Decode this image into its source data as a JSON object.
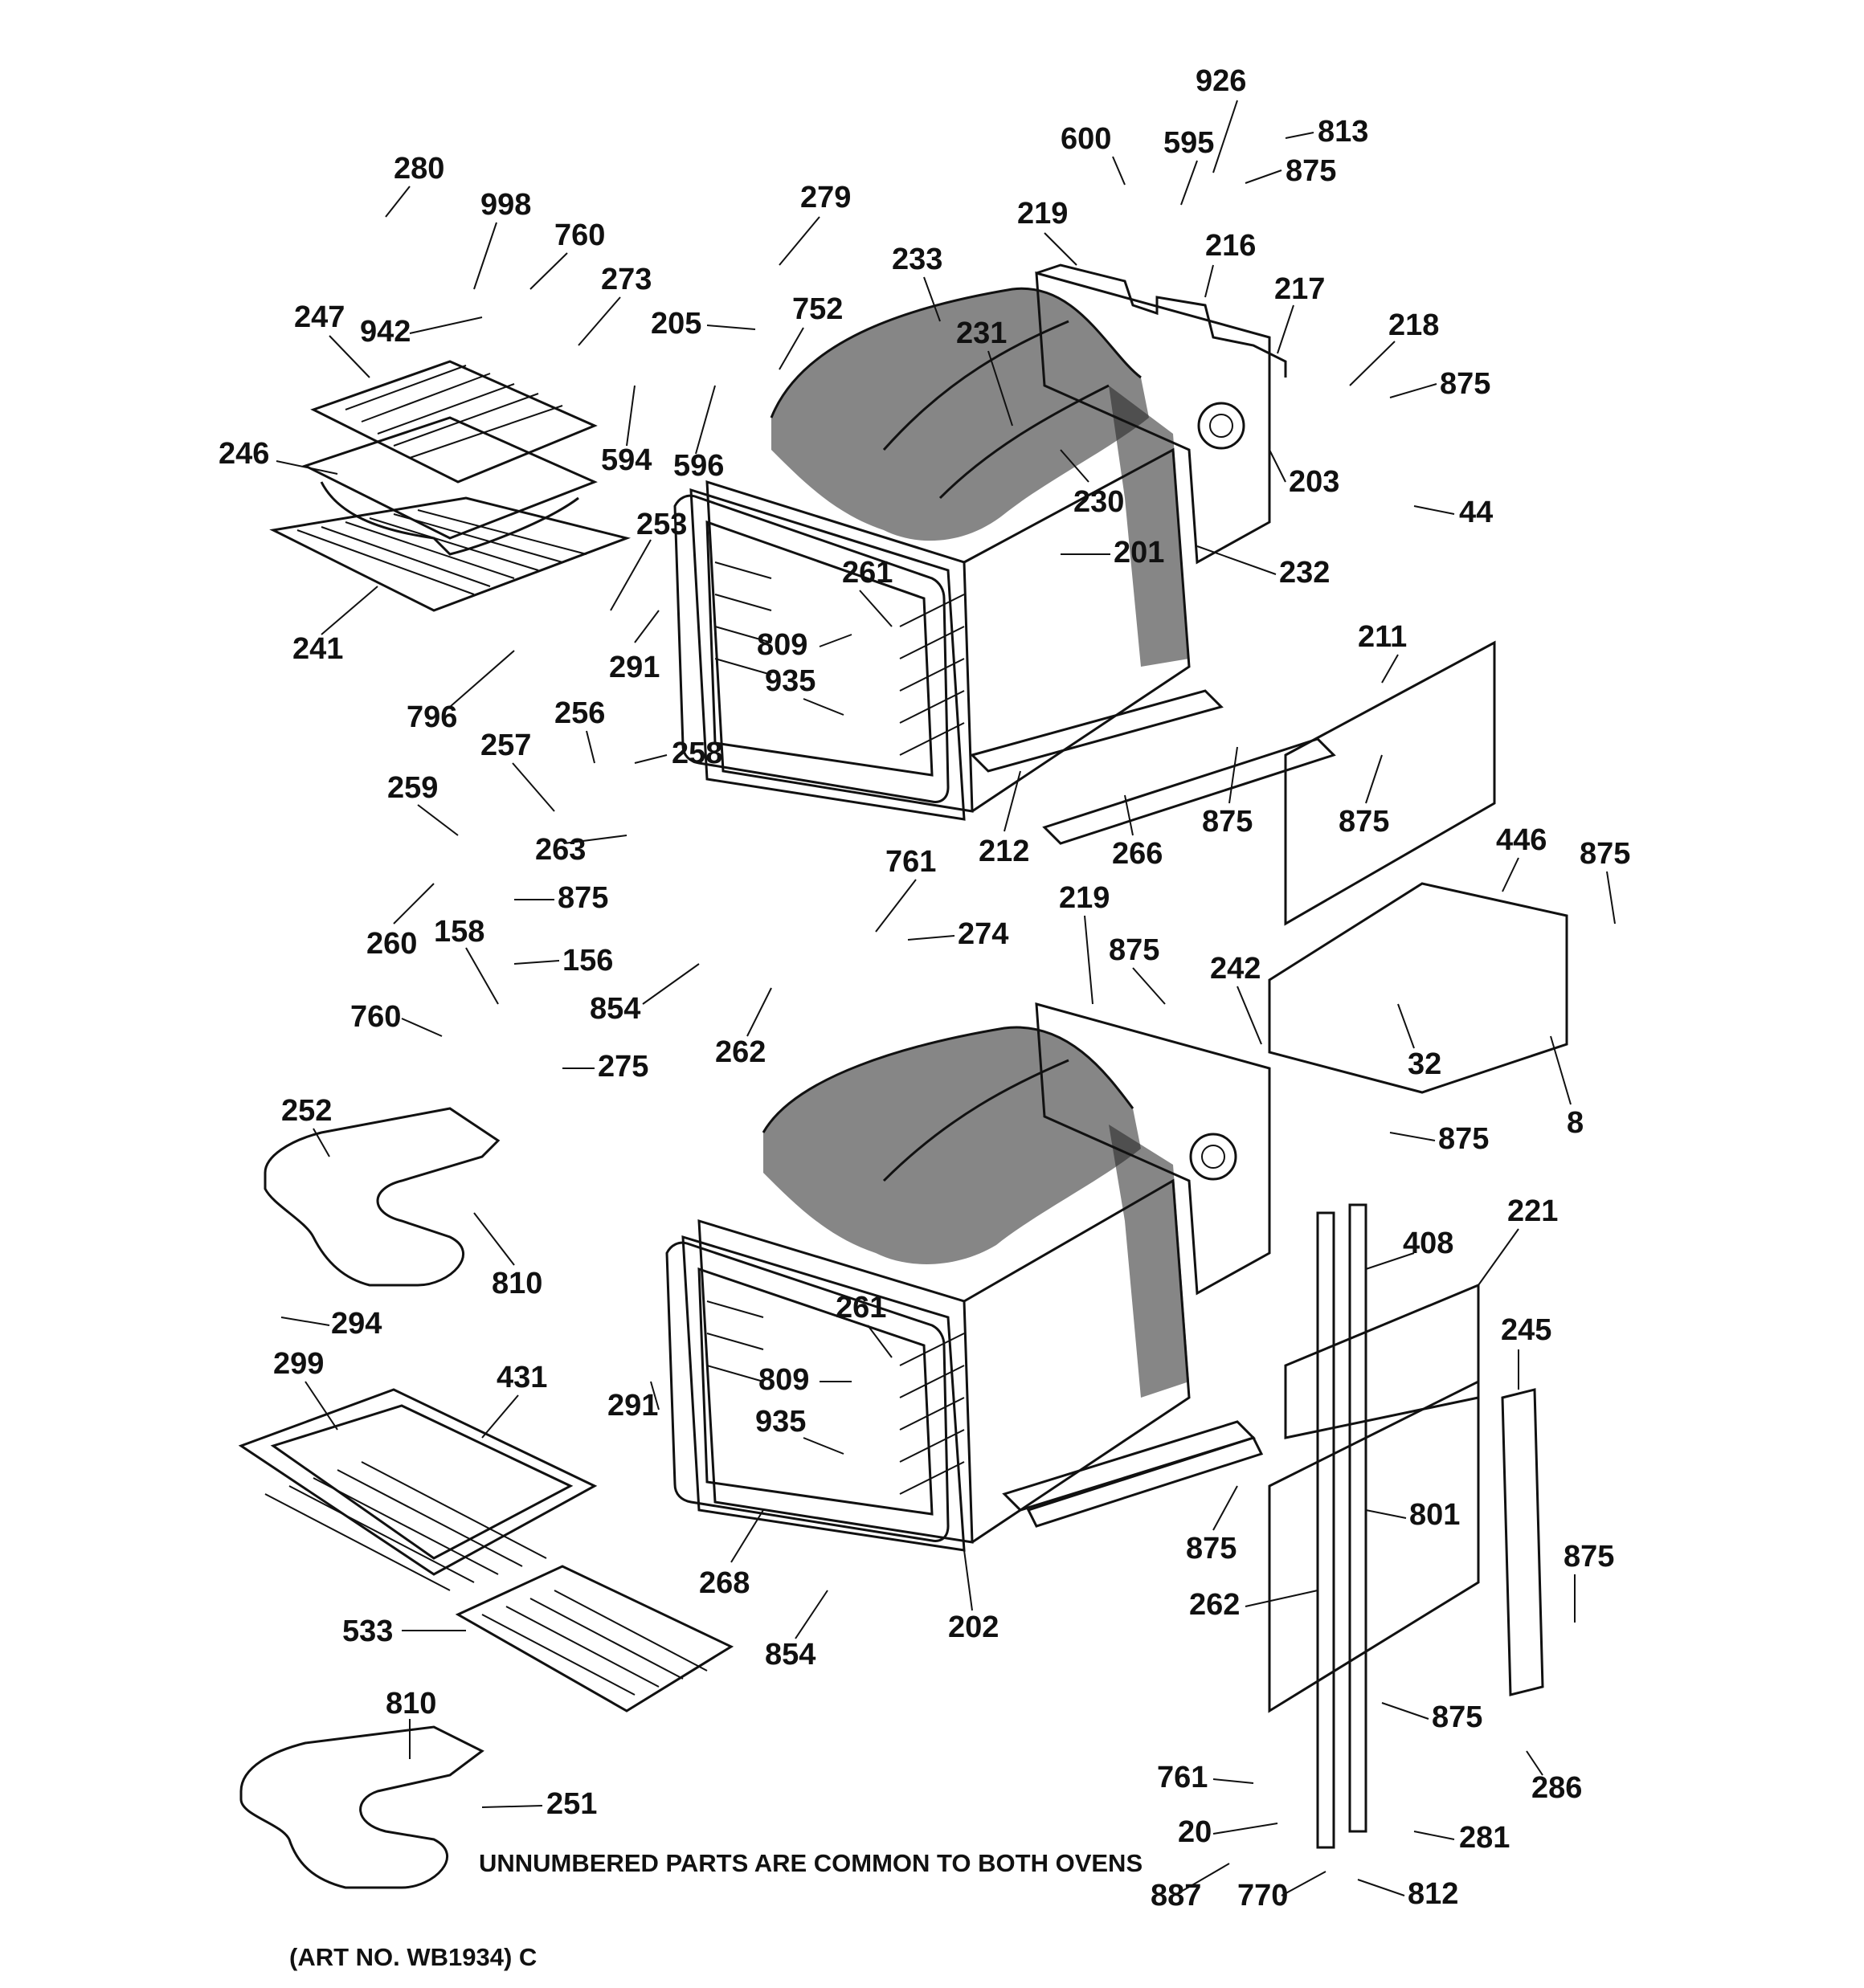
{
  "labels": [
    {
      "text": "926"
    },
    {
      "text": "600"
    },
    {
      "text": "595"
    },
    {
      "text": "813"
    },
    {
      "text": "875"
    },
    {
      "text": "280"
    },
    {
      "text": "998"
    },
    {
      "text": "760"
    },
    {
      "text": "279"
    },
    {
      "text": "219"
    },
    {
      "text": "273"
    },
    {
      "text": "233"
    },
    {
      "text": "216"
    },
    {
      "text": "247"
    },
    {
      "text": "942"
    },
    {
      "text": "205"
    },
    {
      "text": "752"
    },
    {
      "text": "231"
    },
    {
      "text": "217"
    },
    {
      "text": "218"
    },
    {
      "text": "875"
    },
    {
      "text": "246"
    },
    {
      "text": "594"
    },
    {
      "text": "596"
    },
    {
      "text": "230"
    },
    {
      "text": "203"
    },
    {
      "text": "44"
    },
    {
      "text": "253"
    },
    {
      "text": "201"
    },
    {
      "text": "261"
    },
    {
      "text": "232"
    },
    {
      "text": "241"
    },
    {
      "text": "291"
    },
    {
      "text": "809"
    },
    {
      "text": "211"
    },
    {
      "text": "935"
    },
    {
      "text": "796"
    },
    {
      "text": "256"
    },
    {
      "text": "257"
    },
    {
      "text": "258"
    },
    {
      "text": "259"
    },
    {
      "text": "875"
    },
    {
      "text": "875"
    },
    {
      "text": "263"
    },
    {
      "text": "212"
    },
    {
      "text": "266"
    },
    {
      "text": "446"
    },
    {
      "text": "875"
    },
    {
      "text": "761"
    },
    {
      "text": "260"
    },
    {
      "text": "158"
    },
    {
      "text": "875"
    },
    {
      "text": "219"
    },
    {
      "text": "274"
    },
    {
      "text": "156"
    },
    {
      "text": "875"
    },
    {
      "text": "242"
    },
    {
      "text": "854"
    },
    {
      "text": "760"
    },
    {
      "text": "262"
    },
    {
      "text": "275"
    },
    {
      "text": "32"
    },
    {
      "text": "252"
    },
    {
      "text": "8"
    },
    {
      "text": "875"
    },
    {
      "text": "408"
    },
    {
      "text": "221"
    },
    {
      "text": "810"
    },
    {
      "text": "294"
    },
    {
      "text": "261"
    },
    {
      "text": "245"
    },
    {
      "text": "299"
    },
    {
      "text": "431"
    },
    {
      "text": "291"
    },
    {
      "text": "809"
    },
    {
      "text": "801"
    },
    {
      "text": "935"
    },
    {
      "text": "875"
    },
    {
      "text": "875"
    },
    {
      "text": "268"
    },
    {
      "text": "262"
    },
    {
      "text": "202"
    },
    {
      "text": "533"
    },
    {
      "text": "854"
    },
    {
      "text": "810"
    },
    {
      "text": "875"
    },
    {
      "text": "761"
    },
    {
      "text": "286"
    },
    {
      "text": "251"
    },
    {
      "text": "20"
    },
    {
      "text": "281"
    },
    {
      "text": "887"
    },
    {
      "text": "770"
    },
    {
      "text": "812"
    }
  ],
  "footnote": "UNNUMBERED PARTS ARE COMMON TO BOTH OVENS",
  "art_number": "(ART NO. WB1934) C"
}
